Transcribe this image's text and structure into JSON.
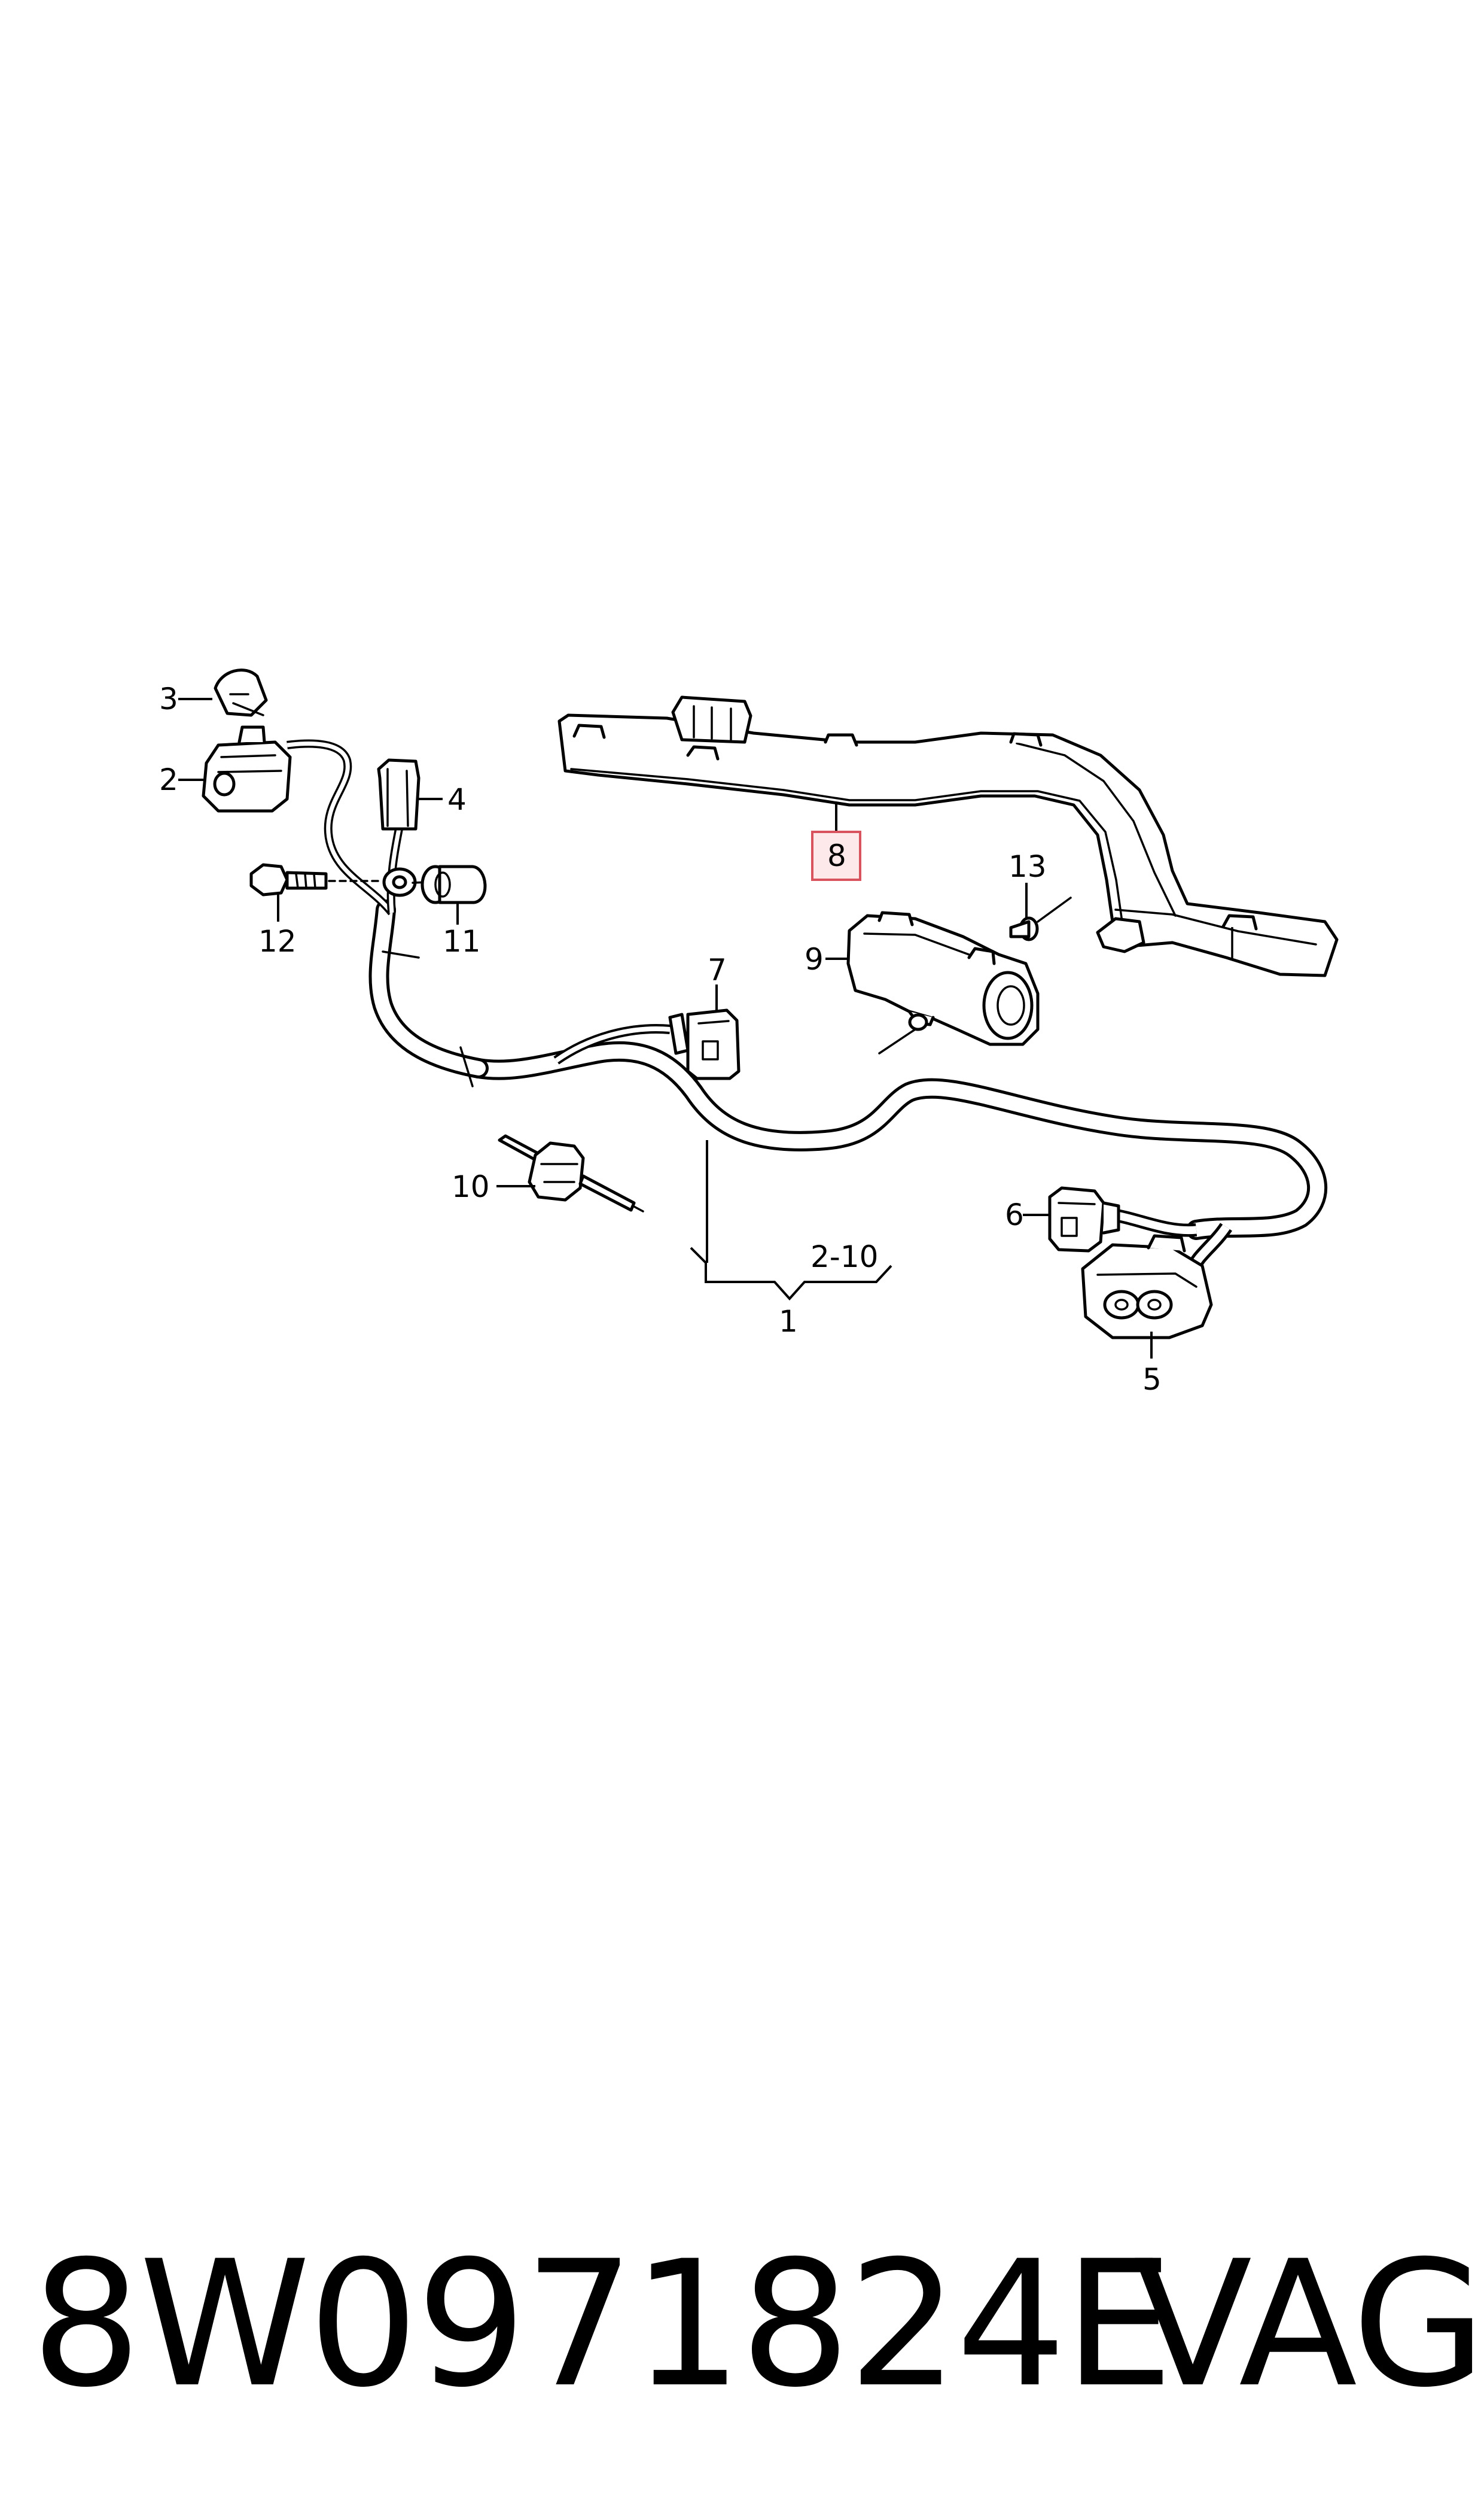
{
  "diagram": {
    "callouts": {
      "c1": "1",
      "c2": "2",
      "c3": "3",
      "c4": "4",
      "c5": "5",
      "c6": "6",
      "c7": "7",
      "c8": "8",
      "c9": "9",
      "c10": "10",
      "c11": "11",
      "c12": "12",
      "c13": "13",
      "range": "2-10"
    },
    "highlighted_callout": "8",
    "highlight_color": "#fde8ea"
  },
  "caption": {
    "part_number": "8W0971824E",
    "brand": "VAG"
  }
}
